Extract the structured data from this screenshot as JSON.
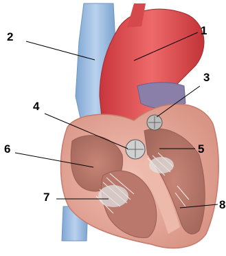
{
  "labels": {
    "l1": "1",
    "l2": "2",
    "l3": "3",
    "l4": "4",
    "l5": "5",
    "l6": "6",
    "l7": "7",
    "l8": "8"
  },
  "colors": {
    "background": "#ffffff",
    "vessel_blue": "#8fb4d9",
    "aorta_red": "#d8484c",
    "myocardium_pink": "#e6a99a",
    "chamber_inner": "#c98478",
    "valve_grey": "#c9c9c9",
    "pointer_line": "#000000"
  }
}
